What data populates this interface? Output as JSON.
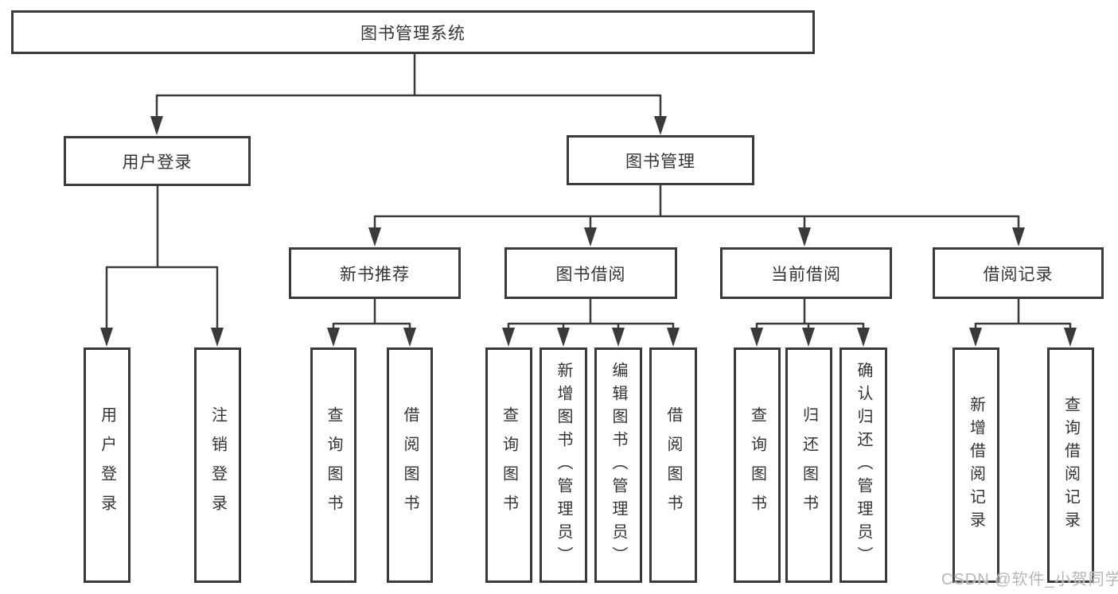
{
  "tree": {
    "root": "图书管理系统",
    "level2": {
      "user_login": "用户登录",
      "book_mgmt": "图书管理"
    },
    "level3": {
      "new_book": "新书推荐",
      "book_borrow": "图书借阅",
      "current_borrow": "当前借阅",
      "borrow_record": "借阅记录"
    },
    "leaves": {
      "user_login": [
        "用户登录",
        "注销登录"
      ],
      "new_book": [
        "查询图书",
        "借阅图书"
      ],
      "book_borrow": [
        "查询图书",
        "新增图书（管理员）",
        "编辑图书（管理员）",
        "借阅图书"
      ],
      "current_borrow": [
        "查询图书",
        "归还图书",
        "确认归还（管理员）"
      ],
      "borrow_record": [
        "新增借阅记录",
        "查询借阅记录"
      ]
    }
  },
  "watermark": "CSDN @软件_小贺同学",
  "colors": {
    "line": "#3a3a3a",
    "border": "#3a3a3a",
    "text": "#333333",
    "watermark": "#b3b7bd",
    "background": "#ffffff"
  }
}
